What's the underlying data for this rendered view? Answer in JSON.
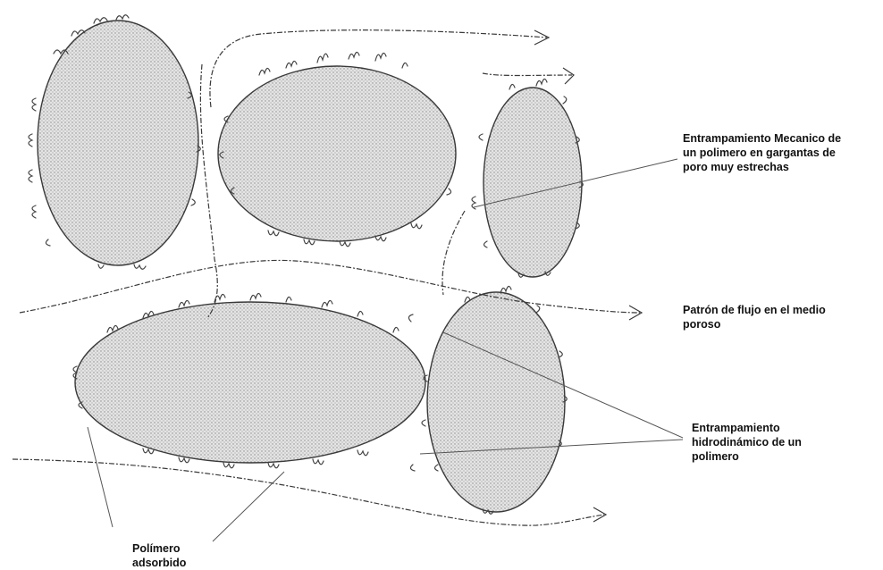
{
  "diagram": {
    "labels": {
      "mechanical_trapping": "Entrampamiento Mecanico de\nun polimero en gargantas de\nporo muy estrechas",
      "flow_pattern": "Patrón de flujo en el medio\nporoso",
      "hydrodynamic_trapping": "Entrampamiento\nhidrodinámico de un\npolimero",
      "adsorbed_polymer": "Polímero\nadsorbido"
    },
    "colors": {
      "grain_fill": "#cfcfcf",
      "stroke": "#3a3a3a",
      "leader": "#555555"
    }
  }
}
